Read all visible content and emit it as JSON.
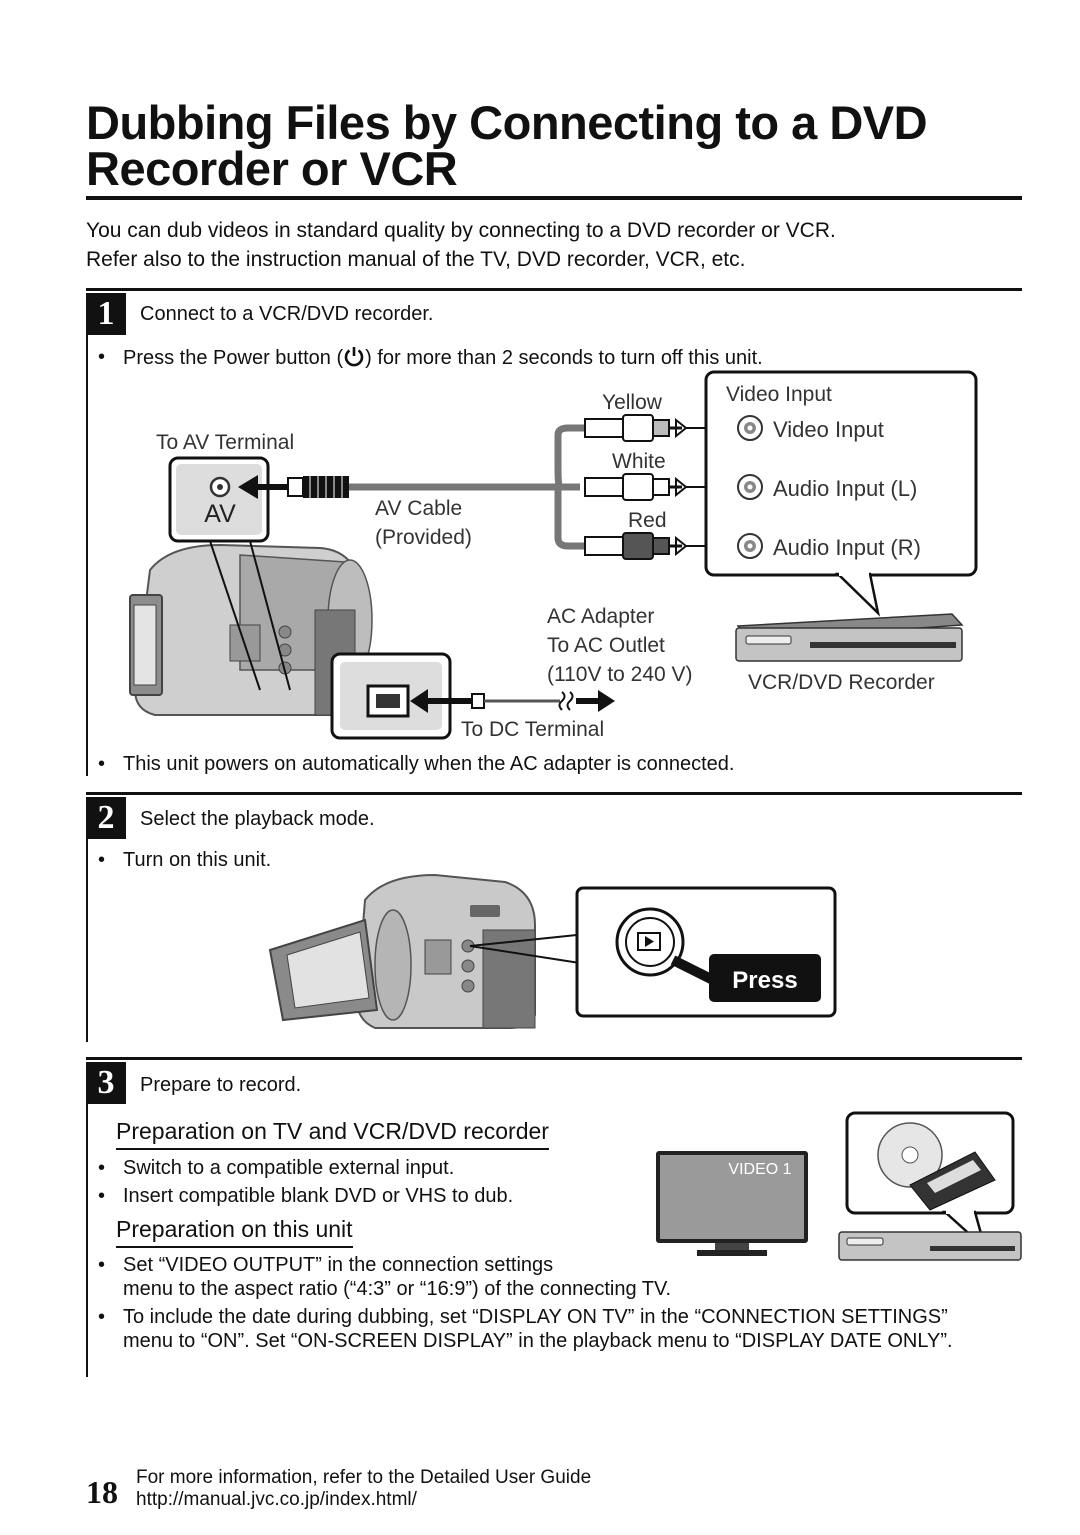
{
  "page": {
    "title": "Dubbing Files by Connecting to a DVD Recorder or VCR",
    "intro_line1": "You can dub videos in standard quality by connecting to a DVD recorder or VCR.",
    "intro_line2": "Refer also to the instruction manual of the TV, DVD recorder, VCR, etc."
  },
  "step1": {
    "number": "1",
    "heading": "Connect to a VCR/DVD recorder.",
    "bullet_a_before": "Press the Power button (",
    "bullet_a_after": ") for more than 2 seconds to turn off this unit.",
    "bullet_b": "This unit powers on automatically when the AC adapter is connected.",
    "labels": {
      "to_av_terminal": "To AV Terminal",
      "av": "AV",
      "av_cable": "AV Cable",
      "provided": "(Provided)",
      "yellow": "Yellow",
      "white": "White",
      "red": "Red",
      "video_input_title": "Video Input",
      "video_input": "Video Input",
      "audio_input_l": "Audio Input (L)",
      "audio_input_r": "Audio Input (R)",
      "ac_adapter": "AC Adapter",
      "to_ac_outlet": "To AC Outlet",
      "voltage": "(110V to 240 V)",
      "vcr_dvd_recorder": "VCR/DVD Recorder",
      "to_dc_terminal": "To DC Terminal"
    }
  },
  "step2": {
    "number": "2",
    "heading": "Select the playback mode.",
    "bullet": "Turn on this unit.",
    "press_label": "Press"
  },
  "step3": {
    "number": "3",
    "heading": "Prepare to record.",
    "sub1": "Preparation on TV and VCR/DVD recorder",
    "sub1_bullet1": "Switch to a compatible external input.",
    "sub1_bullet2": "Insert compatible blank DVD or VHS to dub.",
    "sub2": "Preparation on this unit",
    "sub2_bullet1_line1": "Set “VIDEO OUTPUT” in the connection settings",
    "sub2_bullet1_line2": "menu to the aspect ratio (“4:3” or “16:9”) of the connecting TV.",
    "sub2_bullet2": "To include the date during dubbing, set “DISPLAY ON TV” in the “CONNECTION SETTINGS” menu to “ON”. Set “ON-SCREEN DISPLAY” in the playback menu to “DISPLAY DATE ONLY”.",
    "tv_label": "VIDEO 1"
  },
  "footer": {
    "page_number": "18",
    "line1": "For more information, refer to the Detailed User Guide",
    "line2": "http://manual.jvc.co.jp/index.html/"
  },
  "icons": {
    "bullet": "•",
    "power": "power-icon",
    "play": "play-icon",
    "jack": "jack-icon"
  }
}
